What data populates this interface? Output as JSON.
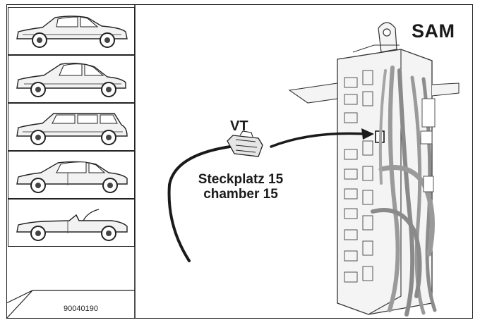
{
  "diagram": {
    "module_label": "SAM",
    "connector_label": "VT",
    "slot_label_de": "Steckplatz 15",
    "slot_label_en": "chamber 15",
    "reference_number": "90040190"
  },
  "vehicle_variants": [
    {
      "body_style": "sedan",
      "icon": "sedan-car-icon"
    },
    {
      "body_style": "coupe",
      "icon": "coupe-car-icon"
    },
    {
      "body_style": "wagon",
      "icon": "wagon-car-icon"
    },
    {
      "body_style": "coupe-2door",
      "icon": "coupe-2door-car-icon"
    },
    {
      "body_style": "convertible",
      "icon": "convertible-car-icon"
    }
  ],
  "colors": {
    "line": "#1a1a1a",
    "cable_gray": "#8a8a8a",
    "module_fill": "#f4f4f4"
  }
}
